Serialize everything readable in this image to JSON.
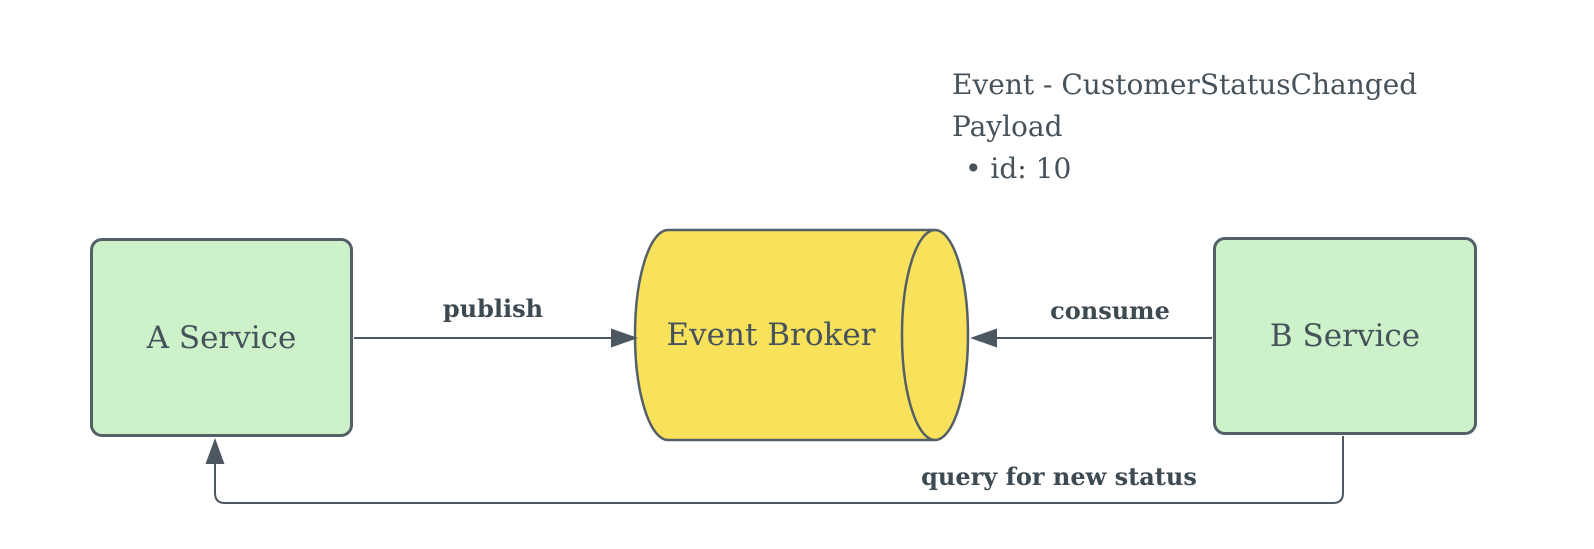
{
  "diagram": {
    "annotation": {
      "lines": [
        "Event - CustomerStatusChanged",
        "Payload",
        "• id: 10"
      ]
    },
    "nodes": [
      {
        "id": "a-service",
        "label": "A Service",
        "shape": "rounded-rectangle",
        "fill": "#cdf2c9"
      },
      {
        "id": "event-broker",
        "label": "Event Broker",
        "shape": "horizontal-cylinder",
        "fill": "#f8e25c"
      },
      {
        "id": "b-service",
        "label": "B Service",
        "shape": "rounded-rectangle",
        "fill": "#cdf2c9"
      }
    ],
    "edges": [
      {
        "from": "a-service",
        "to": "event-broker",
        "label": "publish",
        "direction": "right"
      },
      {
        "from": "b-service",
        "to": "event-broker",
        "label": "consume",
        "direction": "left"
      },
      {
        "from": "b-service",
        "to": "a-service",
        "label": "query for new status",
        "direction": "down-left-up"
      }
    ],
    "colors": {
      "background": "#ffffff",
      "service_fill": "#cdf2c9",
      "broker_fill": "#f8e25c",
      "stroke": "#545f68",
      "line": "#4d5761",
      "text": "#46525b",
      "label_text": "#3e4a52"
    }
  }
}
